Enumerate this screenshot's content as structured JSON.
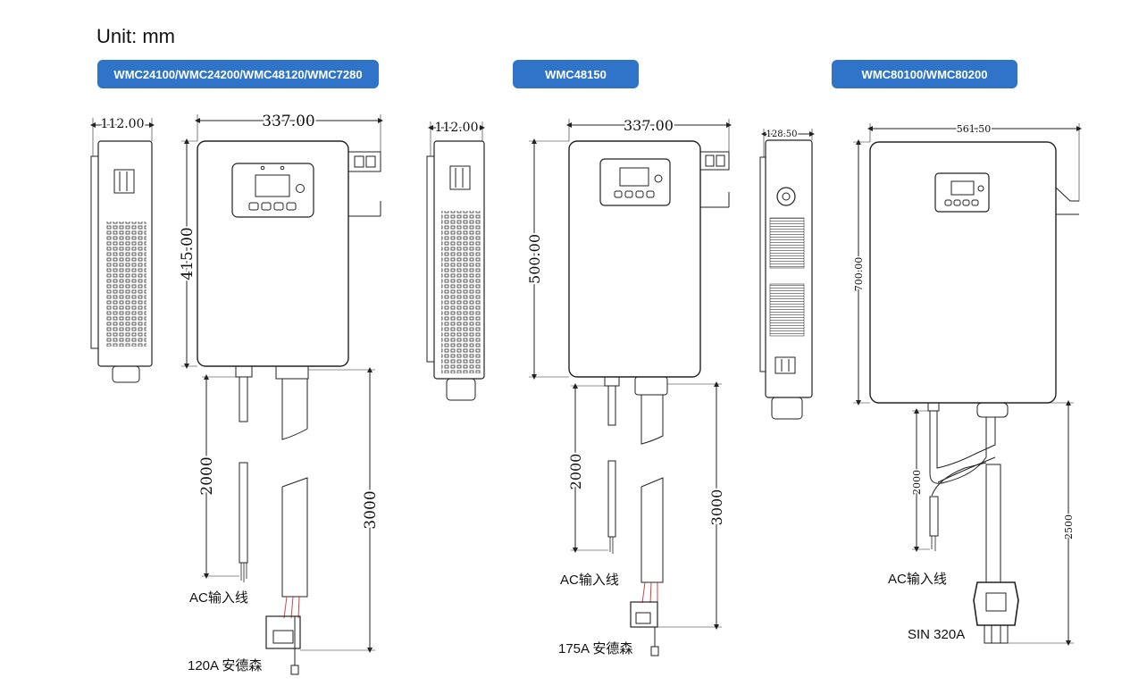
{
  "unit_label": "Unit: mm",
  "models": [
    {
      "name": "WMC24100/WMC24200/WMC48120/WMC7280",
      "dims": {
        "side_width": "112.00",
        "front_width": "337.00",
        "height": "415.00",
        "ac_cable": "2000",
        "dc_cable": "3000"
      },
      "ac_label": "AC输入线",
      "connector_label": "120A 安德森"
    },
    {
      "name": "WMC48150",
      "dims": {
        "side_width": "112.00",
        "front_width": "337.00",
        "height": "500.00",
        "ac_cable": "2000",
        "dc_cable": "3000"
      },
      "ac_label": "AC输入线",
      "connector_label": "175A 安德森"
    },
    {
      "name": "WMC80100/WMC80200",
      "dims": {
        "side_width": "128.50",
        "front_width": "561.50",
        "height": "700.00",
        "ac_cable": "2000",
        "dc_cable": "2500"
      },
      "ac_label": "AC输入线",
      "connector_label": "SIN 320A"
    }
  ]
}
